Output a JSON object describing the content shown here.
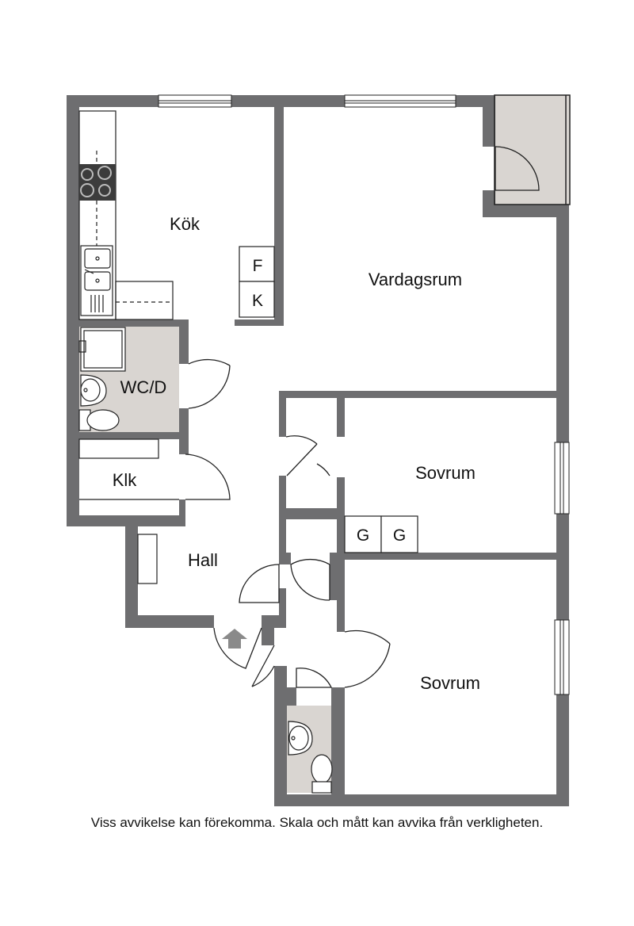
{
  "rooms": {
    "kitchen": "Kök",
    "living": "Vardagsrum",
    "wc": "WC/D",
    "closet": "Klk",
    "hall": "Hall",
    "bedroom_1": "Sovrum",
    "bedroom_2": "Sovrum"
  },
  "fixtures": {
    "fridge": "F",
    "freezer": "K",
    "wardrobe_1": "G",
    "wardrobe_2": "G"
  },
  "disclaimer": "Viss avvikelse kan förekomma. Skala och mått kan avvika från verkligheten.",
  "colors": {
    "wall": "#6e6e70",
    "wet_room": "#d9d5d1",
    "balcony": "#d9d5d1",
    "line": "#222222",
    "entrance_arrow": "#8a8a8a"
  },
  "icons": {
    "entrance": "entrance-arrow-icon",
    "stove": "stove-icon",
    "sink": "kitchen-sink-icon",
    "toilet": "toilet-icon",
    "washbasin": "washbasin-icon",
    "shower": "shower-icon"
  }
}
